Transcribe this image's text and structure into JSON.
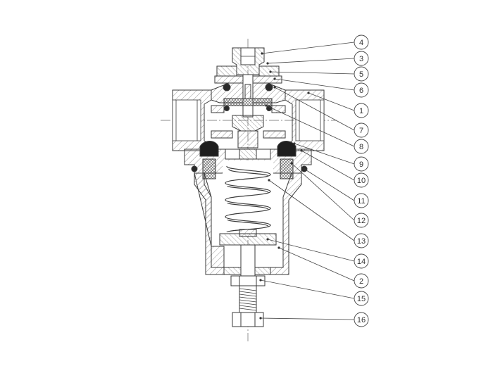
{
  "drawing": {
    "subject": "pressure reducing valve cross-section",
    "line_color": "#3a3a3a",
    "hatch_color": "#7a7a7a",
    "callouts": [
      {
        "label": "4"
      },
      {
        "label": "3"
      },
      {
        "label": "5"
      },
      {
        "label": "6"
      },
      {
        "label": "1"
      },
      {
        "label": "7"
      },
      {
        "label": "8"
      },
      {
        "label": "9"
      },
      {
        "label": "10"
      },
      {
        "label": "11"
      },
      {
        "label": "12"
      },
      {
        "label": "13"
      },
      {
        "label": "14"
      },
      {
        "label": "2"
      },
      {
        "label": "15"
      },
      {
        "label": "16"
      }
    ]
  }
}
